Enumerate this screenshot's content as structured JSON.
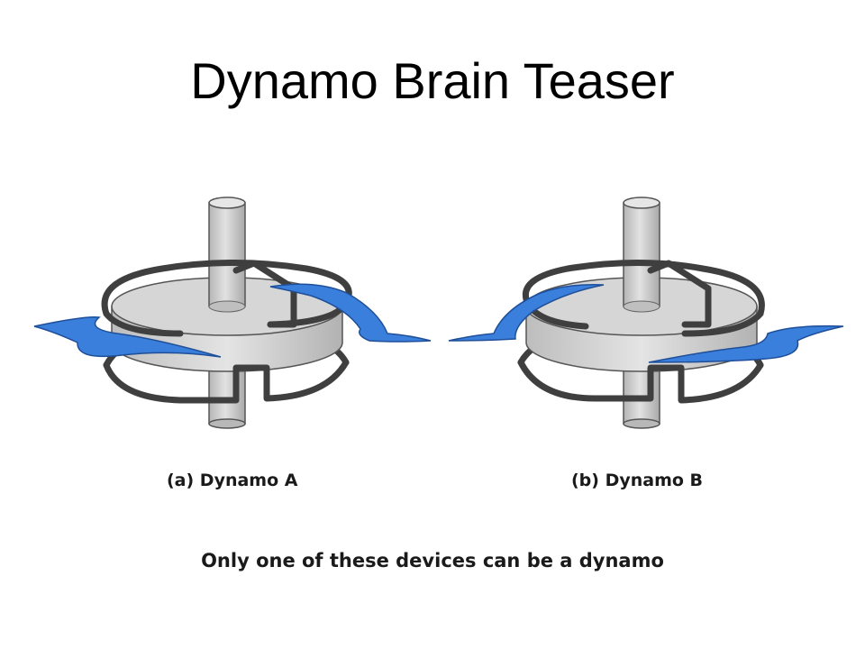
{
  "title": "Dynamo Brain Teaser",
  "devices": [
    {
      "id": "a",
      "label": "(a) Dynamo A"
    },
    {
      "id": "b",
      "label": "(b) Dynamo B"
    }
  ],
  "note": "Only one of these devices can be a dynamo",
  "colors": {
    "arrow": "#3a7fdc",
    "wire": "#444444",
    "shaft": "#c8c8c8",
    "disc": "#d9d9d9"
  }
}
